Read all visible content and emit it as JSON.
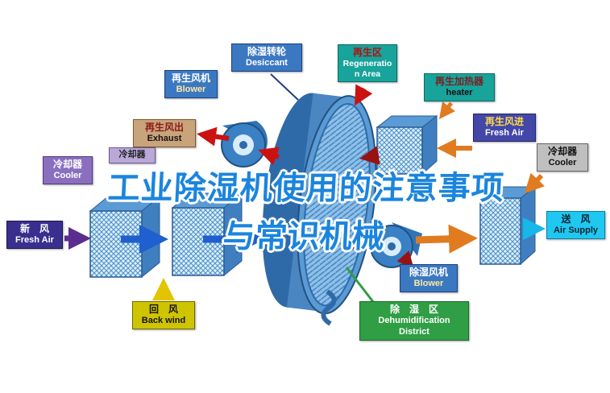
{
  "title": {
    "line1": "工业除湿机使用的注意事项",
    "line2": "与常识机械"
  },
  "labels": {
    "regen_blower": {
      "zh": "再生风机",
      "en": "Blower"
    },
    "desiccant": {
      "zh": "除湿转轮",
      "en": "Desiccant"
    },
    "regen_area": {
      "zh": "再生区",
      "en": "Regeneration Area"
    },
    "heater": {
      "zh": "再生加热器",
      "en": "heater"
    },
    "exhaust": {
      "zh": "再生风出",
      "en": "Exhaust"
    },
    "regen_fresh_air": {
      "zh": "再生风进",
      "en": "Fresh Air"
    },
    "cooler_left": {
      "zh": "冷却器",
      "en": "Cooler"
    },
    "cooler_small": {
      "zh": "冷却器"
    },
    "cooler_right": {
      "zh": "冷却器",
      "en": "Cooler"
    },
    "fresh_air": {
      "zh": "新　风",
      "en": "Fresh Air"
    },
    "air_supply": {
      "zh": "送　风",
      "en": "Air Supply"
    },
    "back_wind": {
      "zh": "回　风",
      "en": "Back wind"
    },
    "dehumid_blower": {
      "zh": "除湿风机",
      "en": "Blower"
    },
    "dehumid_district": {
      "zh": "除　湿　区",
      "en": "Dehumidification District"
    }
  },
  "colors": {
    "title_blue": "#1b85dd",
    "label_blue": "#3b78c2",
    "teal": "#18a39b",
    "tan": "#c9a37a",
    "indigo": "#4348a8",
    "purple": "#8a6fc0",
    "lavender": "#b9a8d8",
    "gray": "#bfbfbf",
    "dark_indigo": "#3a2f8f",
    "cyan": "#1ec8f0",
    "yellow_label": "#cfc400",
    "green": "#2f9e44",
    "arrow_red": "#cc1111",
    "arrow_maroon": "#991111",
    "arrow_orange": "#e07b1f",
    "arrow_blue": "#1f5fd0",
    "arrow_yellow": "#e2c400",
    "arrow_purple": "#5b2d8e",
    "arrow_cyan": "#15b8e8",
    "component_blue": "#5b9bd5"
  }
}
